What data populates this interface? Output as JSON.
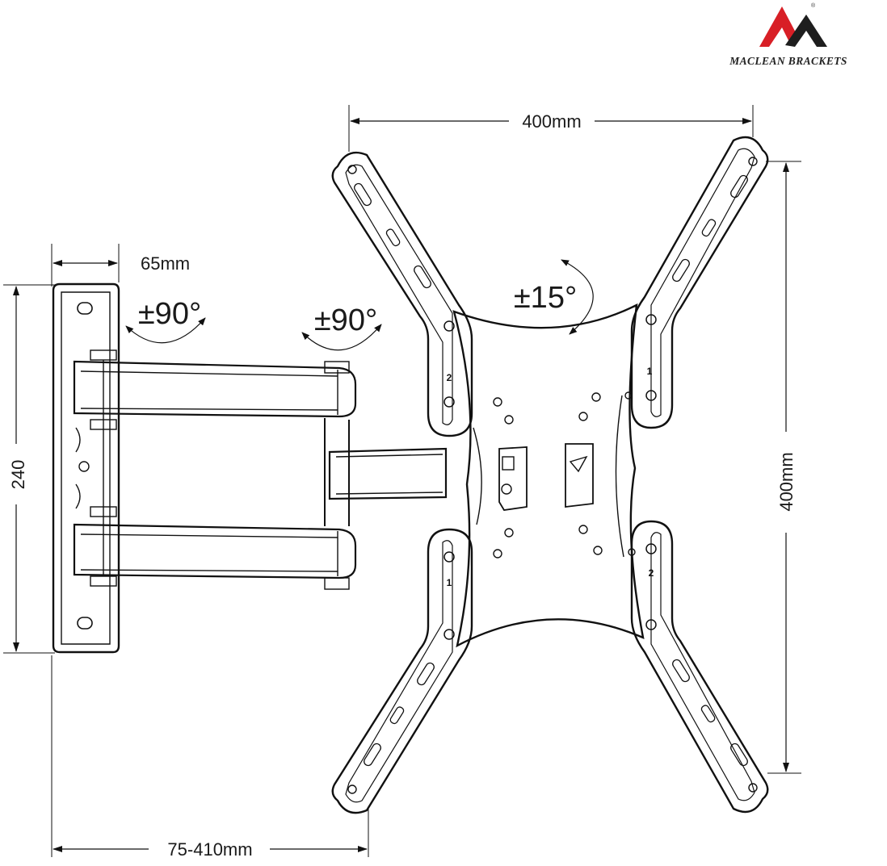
{
  "brand": {
    "name": "MACLEAN BRACKETS",
    "colors": {
      "logo_red": "#d81f26",
      "logo_dark": "#1e1e1e"
    }
  },
  "dimensions": {
    "top_width": "400mm",
    "right_height": "400mm",
    "left_height": "240",
    "wall_plate_depth": "65mm",
    "extension": "75-410mm"
  },
  "rotations": {
    "wall_swivel": "±90°",
    "arm_swivel": "±90°",
    "tilt": "±15°"
  },
  "arm_labels": {
    "upper_left": "2",
    "upper_right": "1",
    "lower_left": "1",
    "lower_right": "2"
  }
}
